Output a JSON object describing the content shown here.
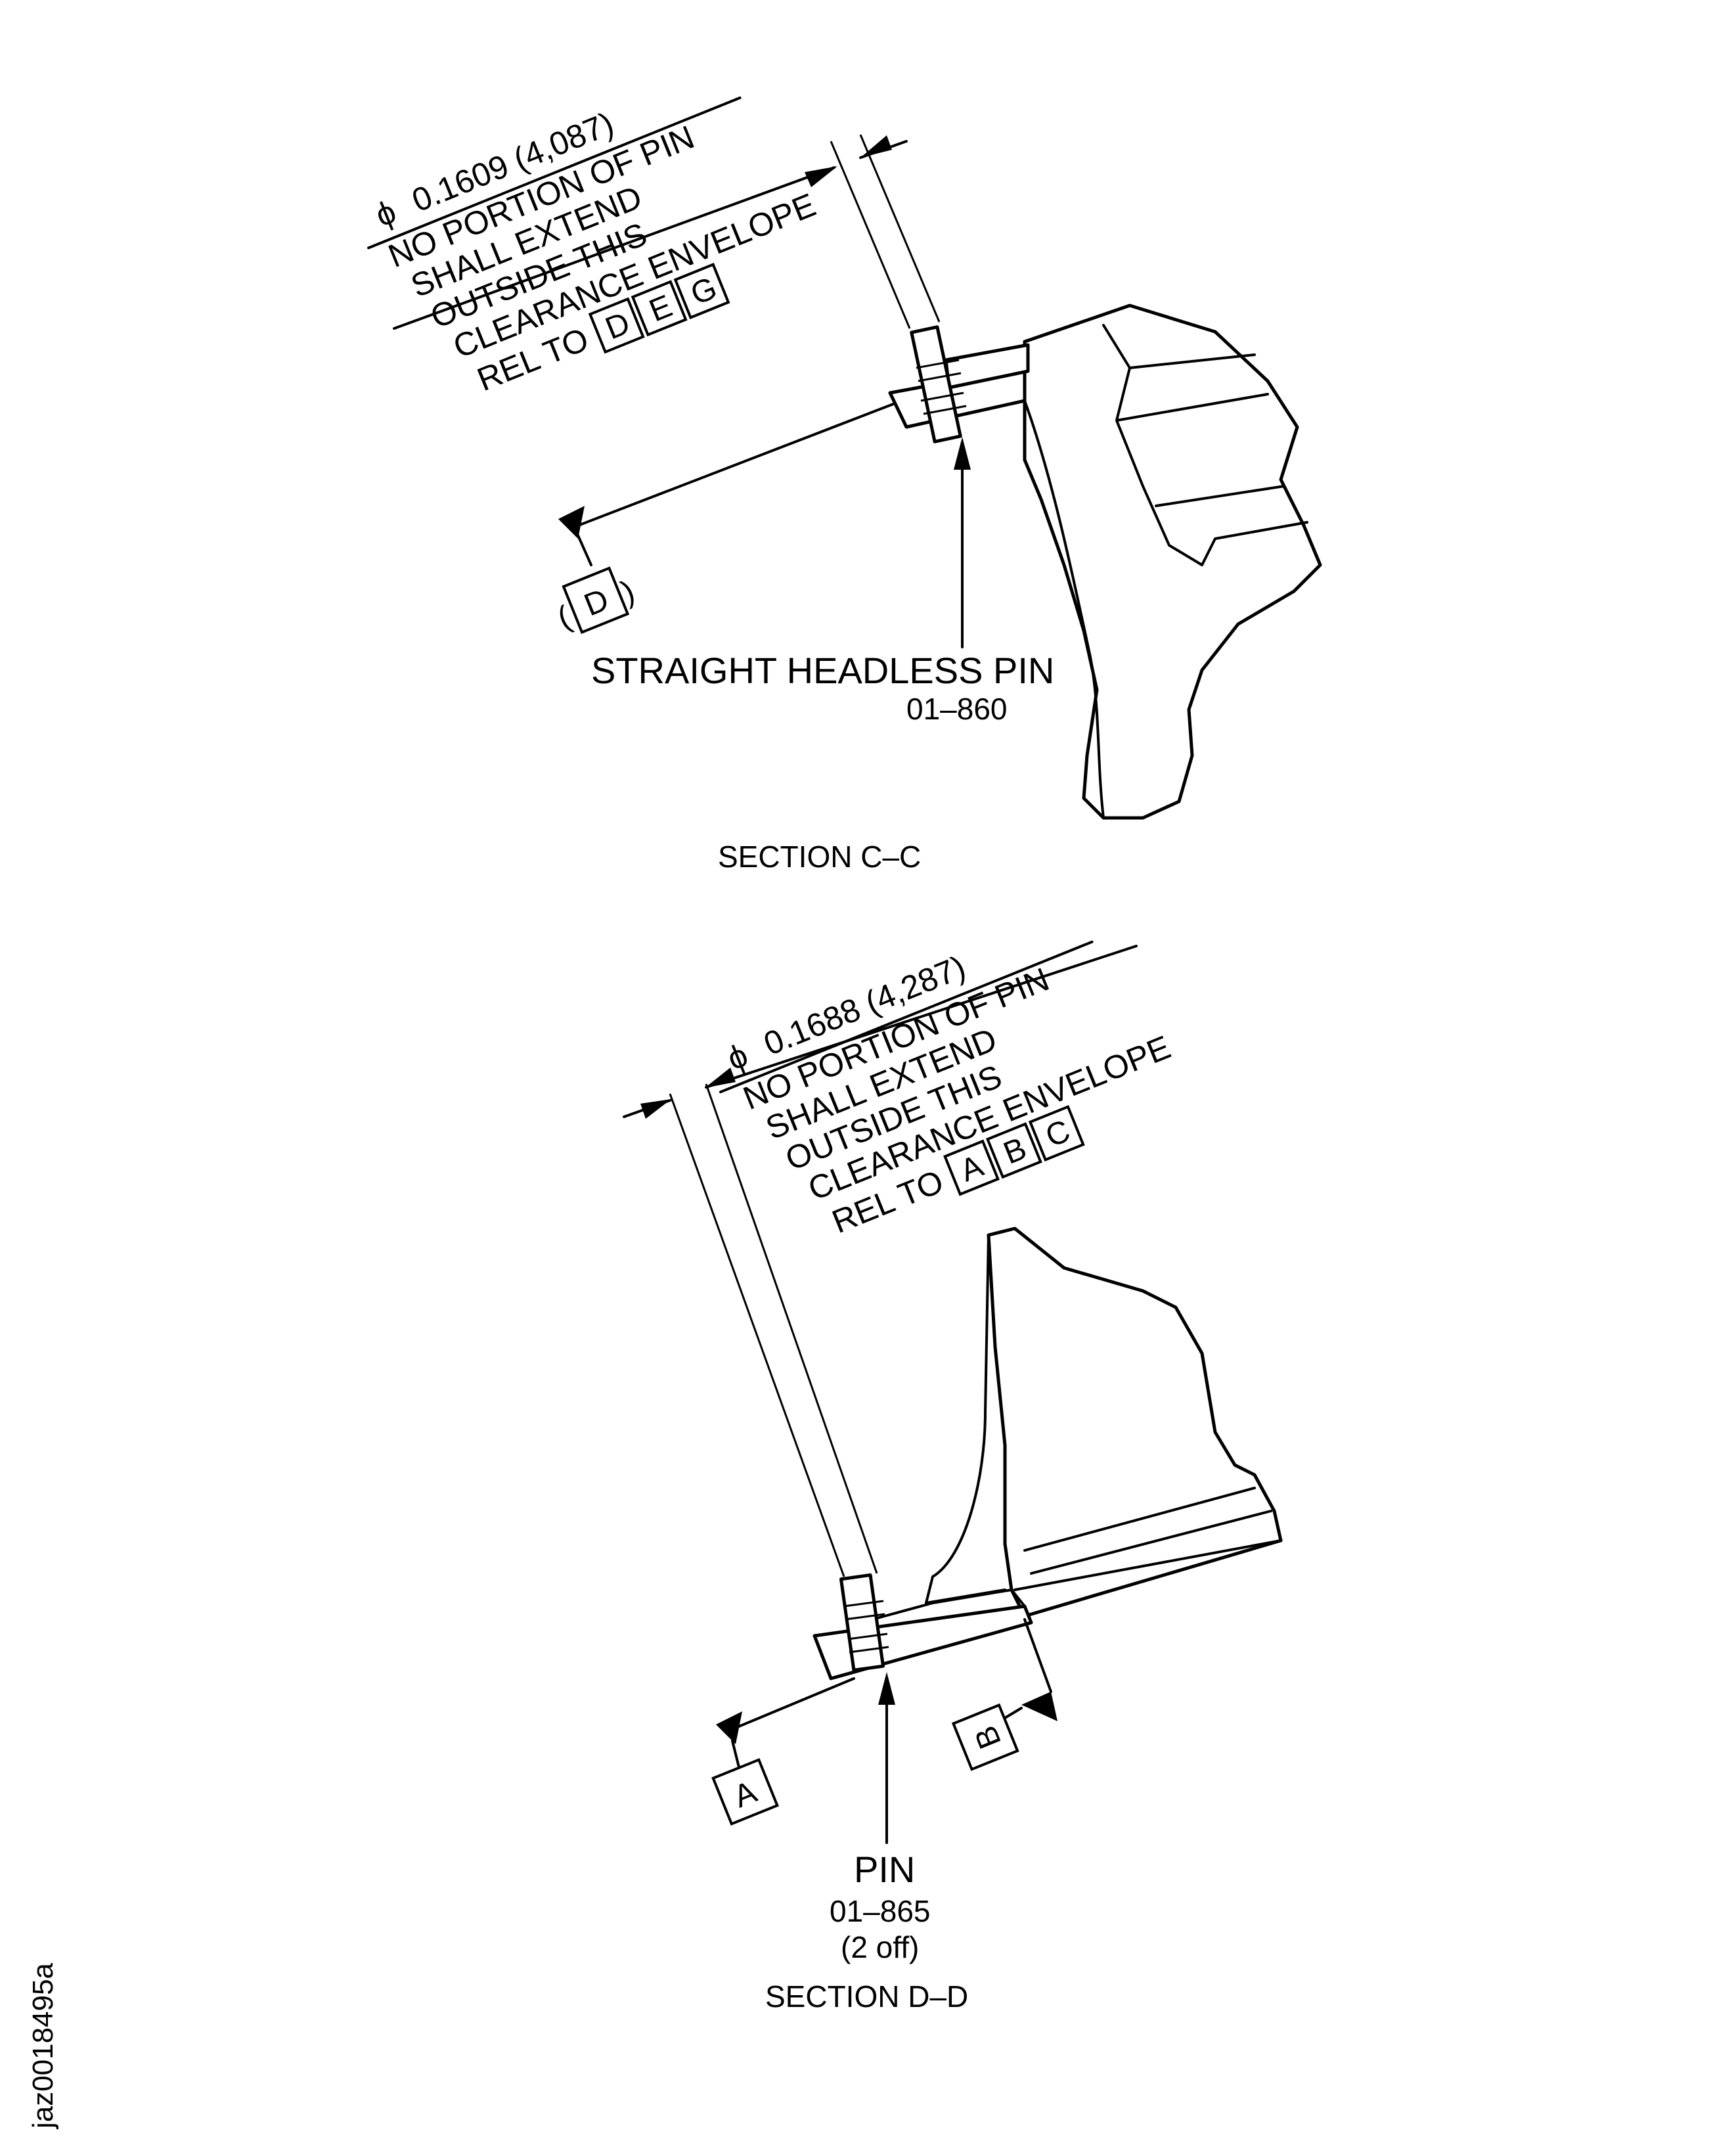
{
  "section_c": {
    "diameter_symbol": "ϕ",
    "diameter": "0.1609 (4,087)",
    "note_lines": [
      "NO PORTION OF PIN",
      "SHALL EXTEND",
      "OUTSIDE THIS",
      "CLEARANCE ENVELOPE"
    ],
    "rel_to": "REL TO",
    "datums": [
      "D",
      "E",
      "G"
    ],
    "datum_flag": "D",
    "datum_flag_paren_open": "(",
    "datum_flag_paren_close": ")",
    "pin_label": "STRAIGHT HEADLESS PIN",
    "pin_number": "01–860",
    "section_title": "SECTION C–C"
  },
  "section_d": {
    "diameter_symbol": "ϕ",
    "diameter": "0.1688 (4,287)",
    "note_lines": [
      "NO PORTION OF PIN",
      "SHALL EXTEND",
      "OUTSIDE THIS",
      "CLEARANCE ENVELOPE"
    ],
    "rel_to": "REL TO",
    "datums": [
      "A",
      "B",
      "C"
    ],
    "datum_a": "A",
    "datum_b": "B",
    "pin_label": "PIN",
    "pin_number": "01–865",
    "pin_qty": "(2 off)",
    "section_title": "SECTION D–D"
  },
  "document_id": "jaz0018495a"
}
